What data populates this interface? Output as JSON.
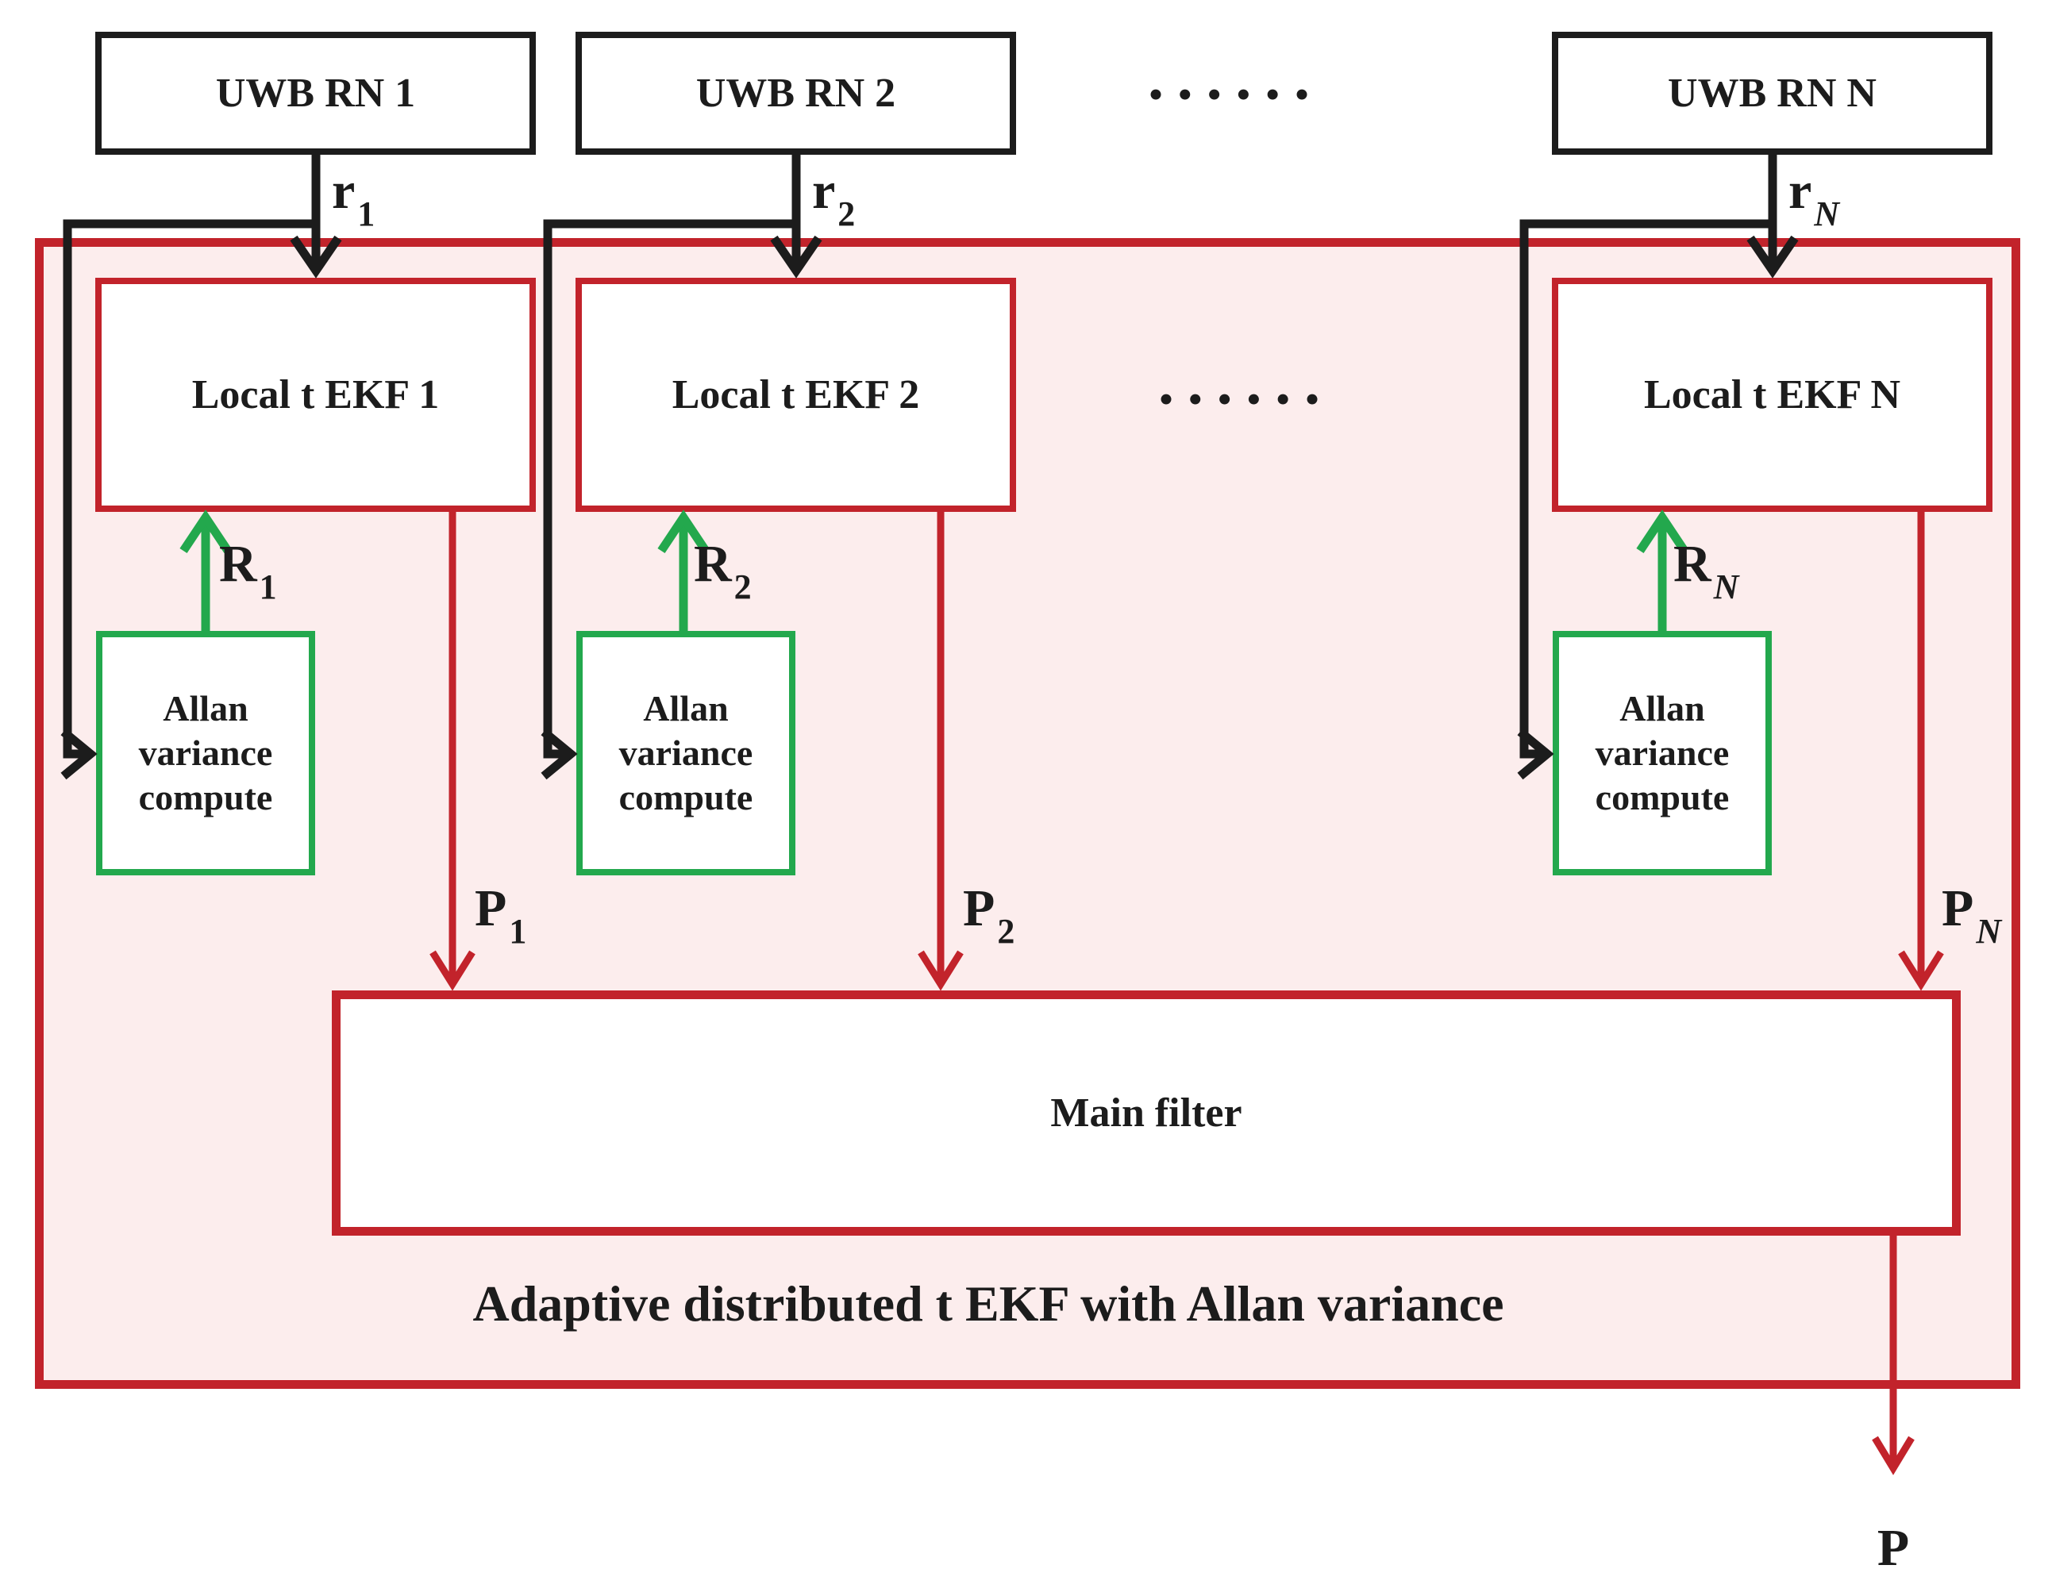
{
  "colors": {
    "red": "#c2232b",
    "green": "#23a84d",
    "black": "#1c1c1c",
    "pink_fill": "#fceded"
  },
  "uwb_boxes": [
    {
      "label": "UWB RN 1"
    },
    {
      "label": "UWB RN 2"
    },
    {
      "label": "UWB RN N"
    }
  ],
  "dots_top": "••••••",
  "dots_middle": "••••••",
  "ekf_boxes": [
    {
      "label": "Local t EKF 1"
    },
    {
      "label": "Local t EKF 2"
    },
    {
      "label": "Local t EKF N"
    }
  ],
  "allan_boxes": [
    {
      "label": "Allan\nvariance\ncompute"
    },
    {
      "label": "Allan\nvariance\ncompute"
    },
    {
      "label": "Allan\nvariance\ncompute"
    }
  ],
  "main_filter": {
    "label": "Main filter"
  },
  "container": {
    "caption": "Adaptive distributed t EKF with Allan variance"
  },
  "signals": {
    "r": [
      {
        "base": "r",
        "sub": "1"
      },
      {
        "base": "r",
        "sub": "2"
      },
      {
        "base": "r",
        "sub": "N"
      }
    ],
    "R": [
      {
        "base": "R",
        "sub": "1"
      },
      {
        "base": "R",
        "sub": "2"
      },
      {
        "base": "R",
        "sub": "N"
      }
    ],
    "P": [
      {
        "base": "P",
        "sub": "1"
      },
      {
        "base": "P",
        "sub": "2"
      },
      {
        "base": "P",
        "sub": "N"
      }
    ],
    "output": {
      "base": "P"
    }
  }
}
